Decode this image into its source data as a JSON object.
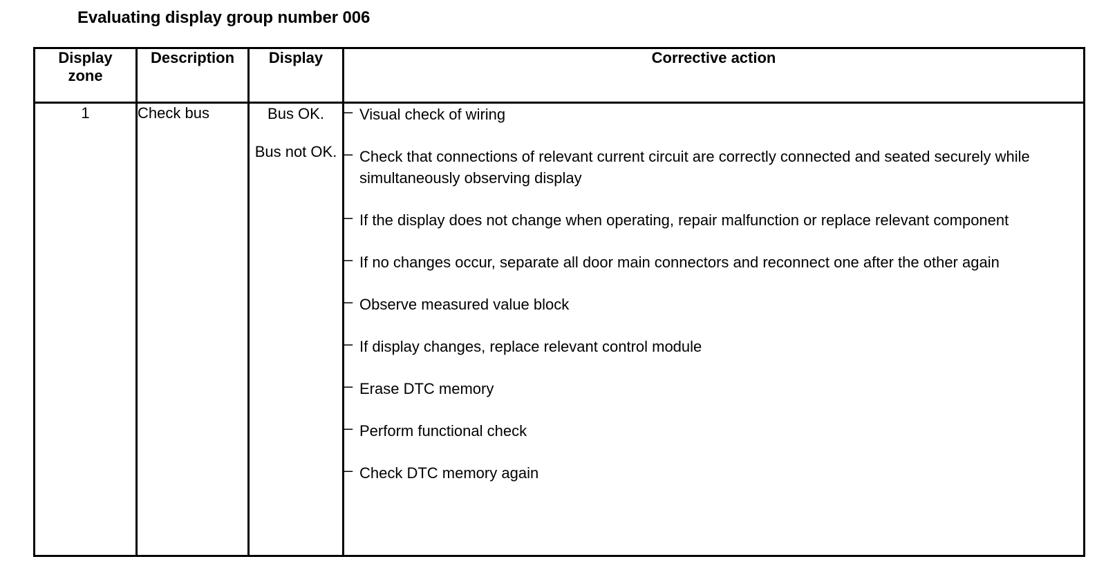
{
  "document": {
    "title": "Evaluating display group number 006"
  },
  "table": {
    "headers": [
      {
        "label": "Display\nzone",
        "line1": "Display",
        "line2": "zone"
      },
      {
        "label": "Description"
      },
      {
        "label": "Display"
      },
      {
        "label": "Corrective action"
      }
    ],
    "rows": [
      {
        "display_zone": "1",
        "description": "Check bus",
        "display_values": [
          "Bus OK.",
          "Bus not OK."
        ],
        "bullet_marker": "–",
        "corrective_actions": [
          "Visual check of wiring",
          "Check that connections of relevant current circuit are correctly connected and seated securely while simultaneously observing display",
          "If the display does not change when operating, repair malfunction or replace relevant component",
          "If no changes occur, separate all door main connectors and reconnect one after the other again",
          "Observe measured value block",
          "If display changes, replace relevant control module",
          "Erase DTC memory",
          "Perform functional check",
          "Check DTC memory again"
        ]
      }
    ]
  },
  "colors": {
    "text": "#000000",
    "background": "#ffffff",
    "border": "#000000"
  }
}
